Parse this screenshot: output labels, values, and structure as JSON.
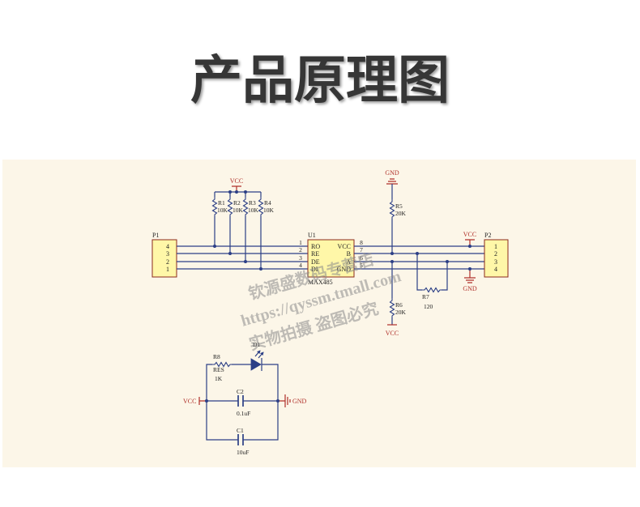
{
  "title": "产品原理图",
  "colors": {
    "background": "#fcf6e8",
    "wire": "#2c3f86",
    "power": "#b0302a",
    "part_fill": "#fff7a8",
    "part_border": "#8b2a1c",
    "title": "#363636"
  },
  "watermark": [
    "钦源盛数码专营店",
    "https://qyssm.tmall.com",
    "实物拍摄 盗图必究"
  ],
  "pullup_network": {
    "supply": "VCC",
    "resistors": [
      {
        "designator": "R1",
        "value": "10K"
      },
      {
        "designator": "R2",
        "value": "10K"
      },
      {
        "designator": "R3",
        "value": "10K"
      },
      {
        "designator": "R4",
        "value": "10K"
      }
    ]
  },
  "p1": {
    "designator": "P1",
    "pins": [
      "4",
      "3",
      "2",
      "1"
    ]
  },
  "u1": {
    "designator": "U1",
    "part": "MAX485",
    "left_pins": [
      {
        "number": "1",
        "name": "RO"
      },
      {
        "number": "2",
        "name": "RE"
      },
      {
        "number": "3",
        "name": "DE"
      },
      {
        "number": "4",
        "name": "DI"
      }
    ],
    "right_pins": [
      {
        "number": "8",
        "name": "VCC"
      },
      {
        "number": "7",
        "name": "B"
      },
      {
        "number": "6",
        "name": "A"
      },
      {
        "number": "5",
        "name": "GND"
      }
    ]
  },
  "bias": {
    "r5": {
      "designator": "R5",
      "value": "20K",
      "net": "GND"
    },
    "r6": {
      "designator": "R6",
      "value": "20K",
      "net": "VCC"
    },
    "r7": {
      "designator": "R7",
      "value": "120"
    }
  },
  "p2": {
    "designator": "P2",
    "pins": [
      "1",
      "2",
      "3",
      "4"
    ],
    "top_net": "VCC",
    "bottom_net": "GND"
  },
  "led_circuit": {
    "supply": "VCC",
    "ground": "GND",
    "r8": {
      "designator": "R8",
      "comment": "RES",
      "value": "1K"
    },
    "d1": {
      "designator": "D1"
    },
    "c2": {
      "designator": "C2",
      "value": "0.1uF"
    },
    "c1": {
      "designator": "C1",
      "value": "10uF"
    }
  }
}
